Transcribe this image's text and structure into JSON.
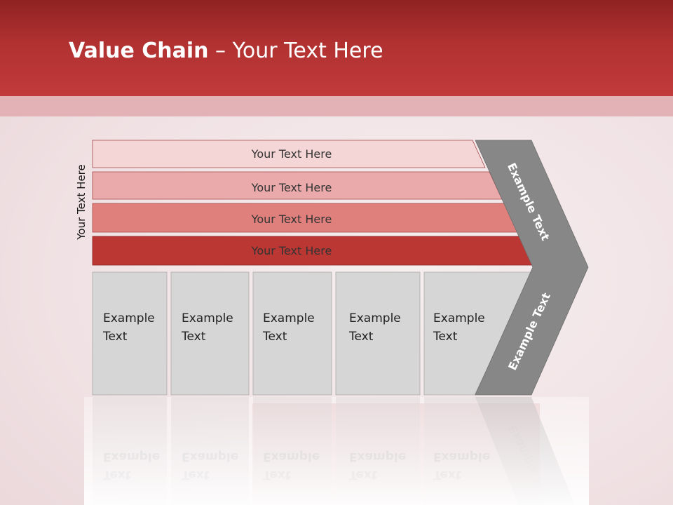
{
  "slide": {
    "title_bold": "Value Chain",
    "title_rest": " – Your Text Here",
    "vertical_label": "Your Text Here"
  },
  "bars": [
    {
      "label": "Your Text Here",
      "color": "#f5d6d7"
    },
    {
      "label": "Your Text Here",
      "color": "#eaa9aa"
    },
    {
      "label": "Your Text Here",
      "color": "#df807c"
    },
    {
      "label": "Your Text Here",
      "color": "#bb3734"
    }
  ],
  "boxes": [
    {
      "line1": "Example",
      "line2": "Text"
    },
    {
      "line1": "Example",
      "line2": "Text"
    },
    {
      "line1": "Example",
      "line2": "Text"
    },
    {
      "line1": "Example",
      "line2": "Text"
    },
    {
      "line1": "Example",
      "line2": "Text"
    }
  ],
  "chevron": {
    "top_label": "Example Text",
    "bottom_label": "Example Text",
    "color": "#878787"
  }
}
